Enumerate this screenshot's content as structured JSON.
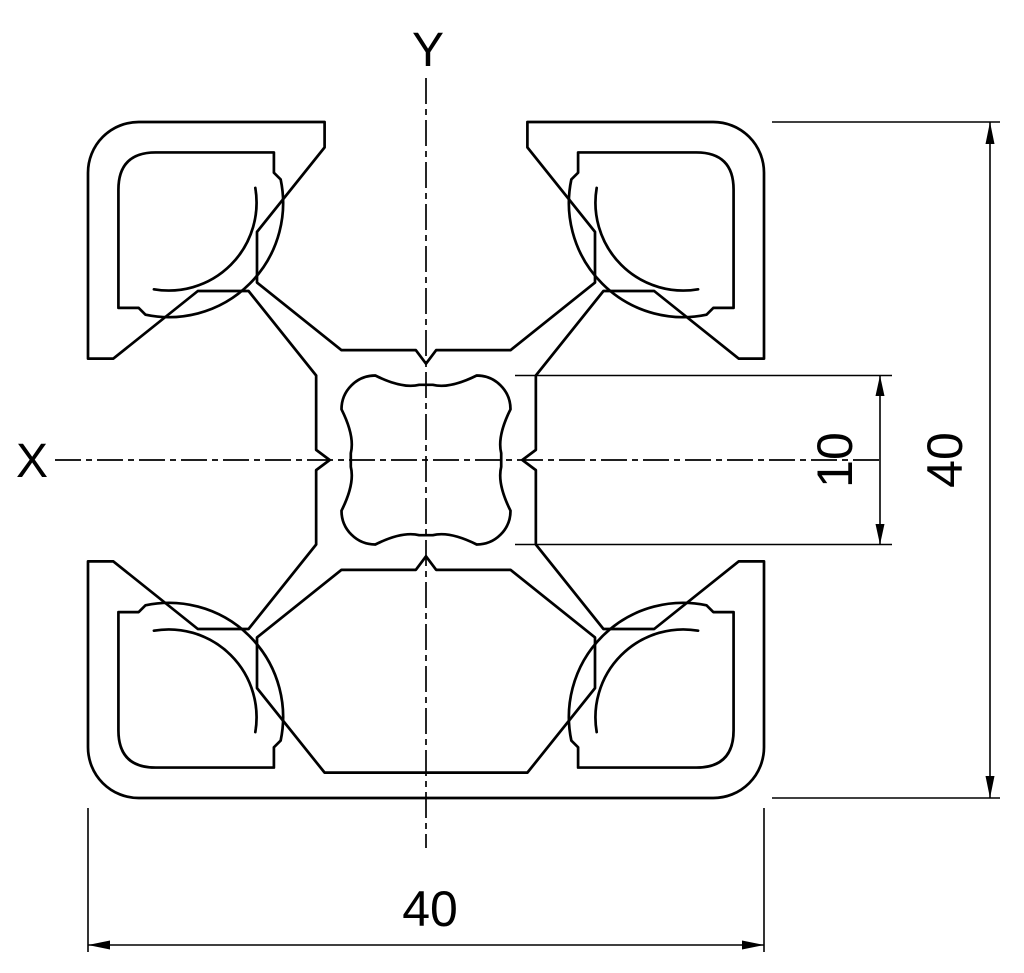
{
  "drawing": {
    "title": "aluminium-profile-40x40-cross-section",
    "axes": {
      "y_label": "Y",
      "x_label": "X"
    },
    "dimensions": {
      "overall_width": "40",
      "overall_height": "40",
      "center_channel": "10"
    },
    "colors": {
      "line": "#000000",
      "background": "#ffffff"
    }
  }
}
